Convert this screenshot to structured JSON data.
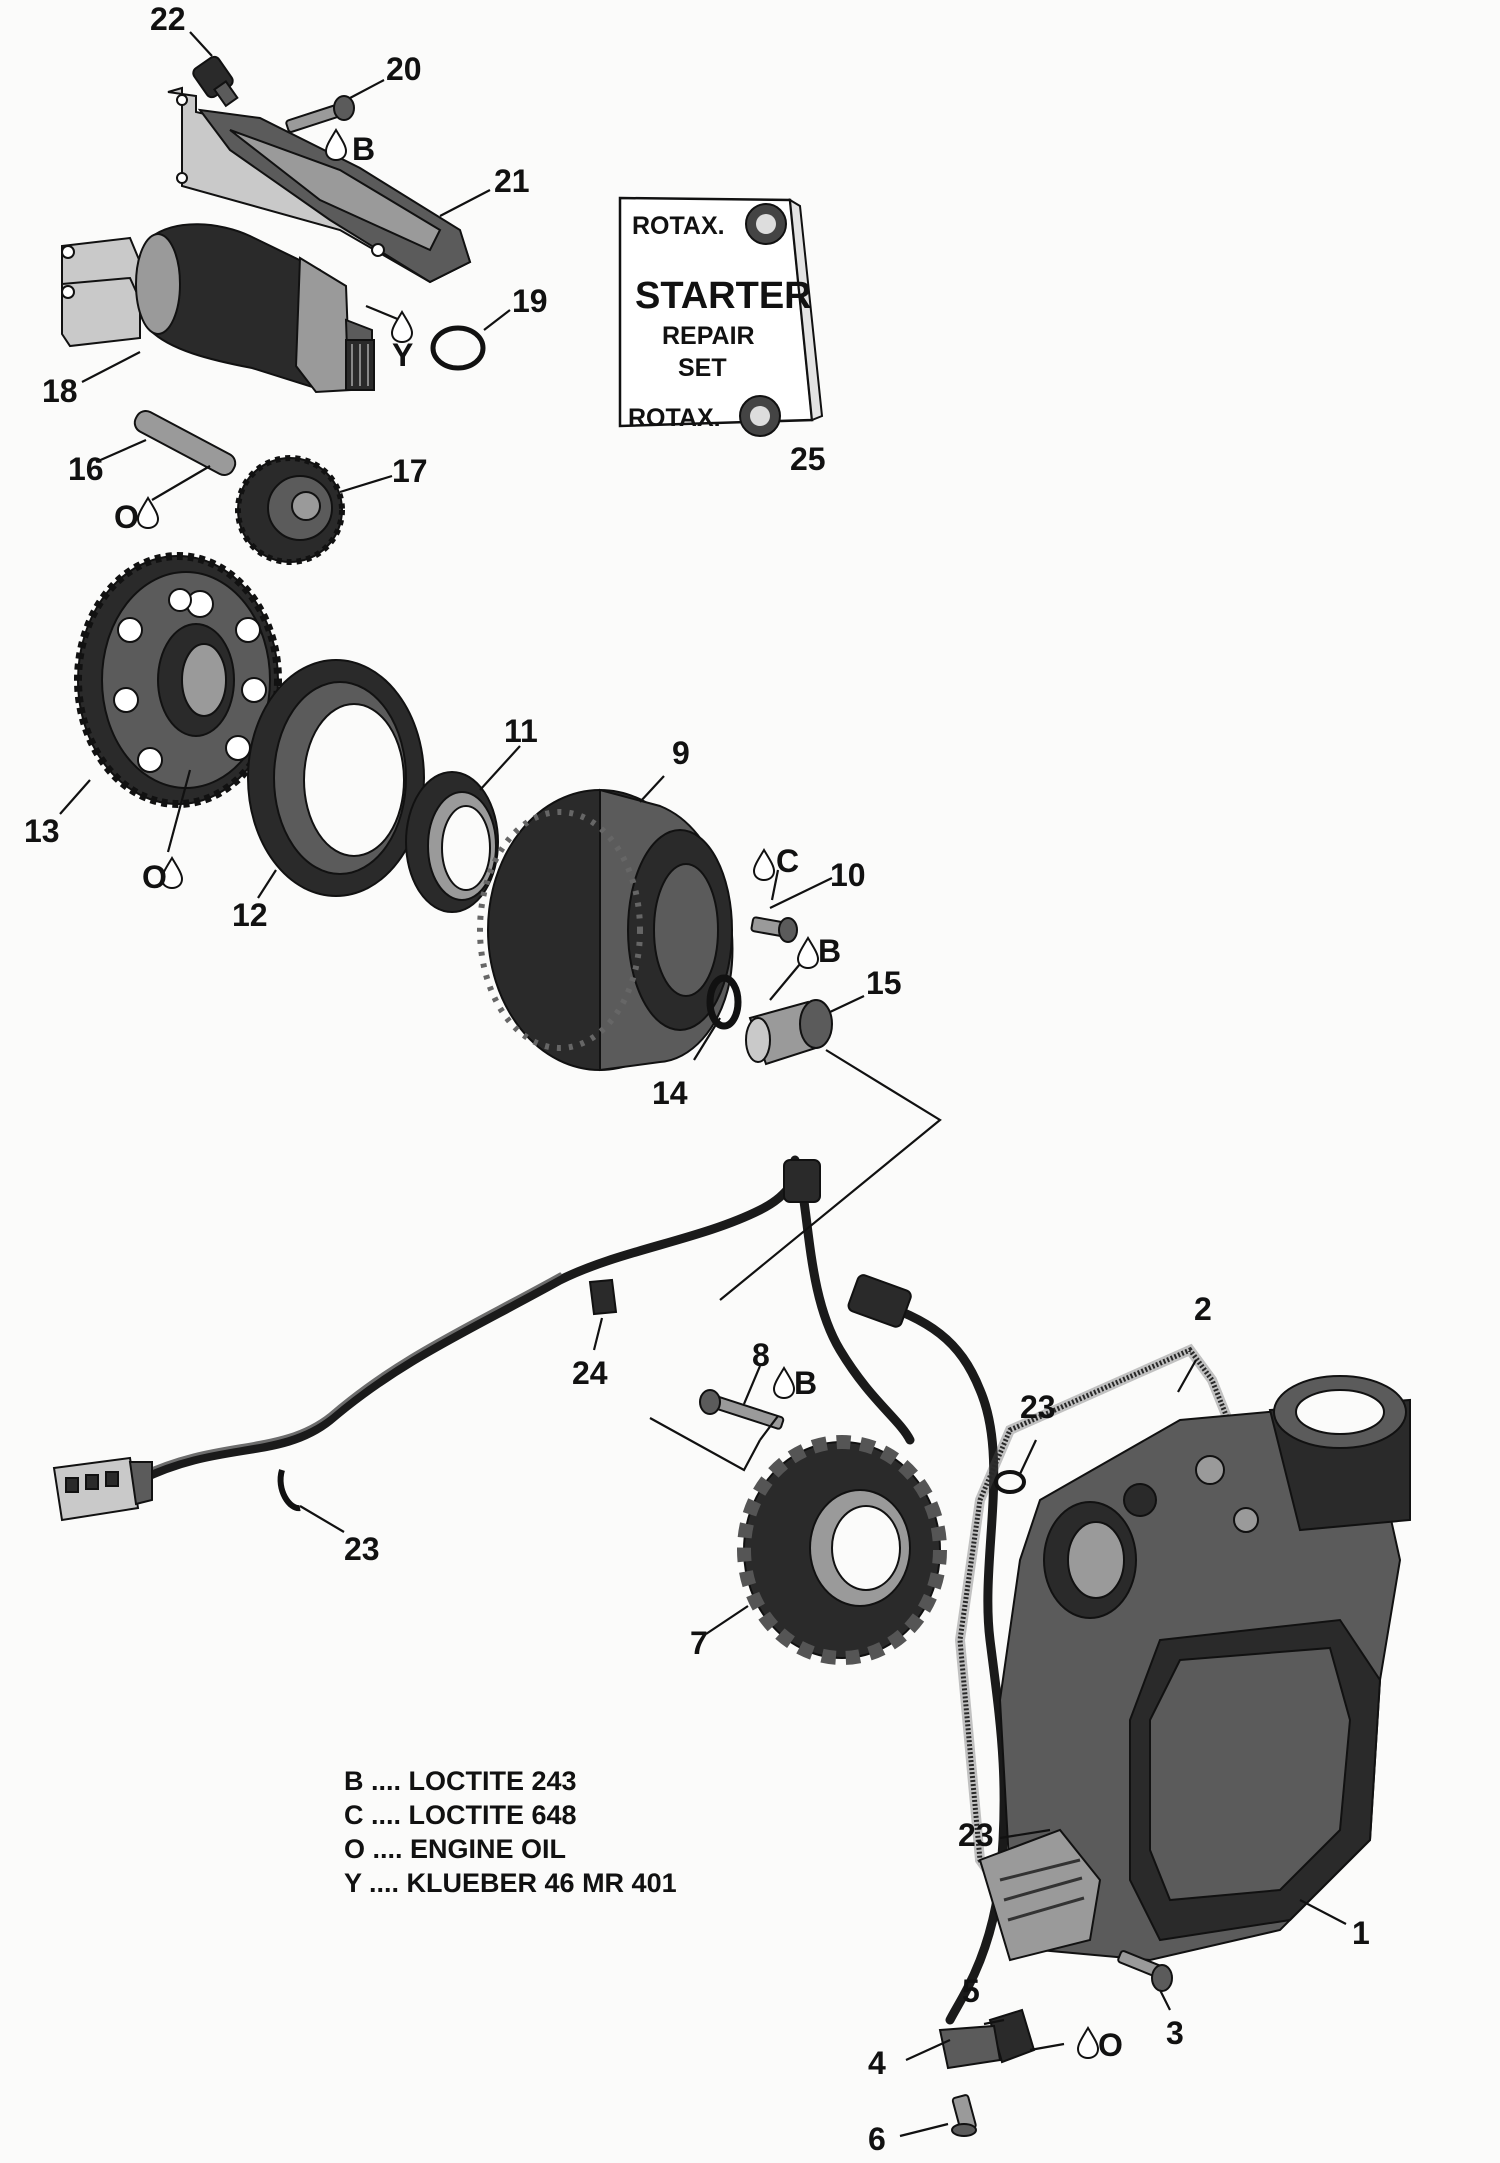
{
  "callouts": {
    "n1": "1",
    "n2": "2",
    "n3": "3",
    "n4": "4",
    "n5": "5",
    "n6": "6",
    "n7": "7",
    "n8": "8",
    "n9": "9",
    "n10": "10",
    "n11": "11",
    "n12": "12",
    "n13": "13",
    "n14": "14",
    "n15": "15",
    "n16": "16",
    "n17": "17",
    "n18": "18",
    "n19": "19",
    "n20": "20",
    "n21": "21",
    "n22": "22",
    "n23a": "23",
    "n23b": "23",
    "n23c": "23",
    "n24": "24",
    "n25": "25"
  },
  "codes": {
    "c20": "B",
    "c18": "Y",
    "c16": "O",
    "c13": "O",
    "c10": "C",
    "c15": "B",
    "c8": "B",
    "c5": "O"
  },
  "kit": {
    "brand_top": "ROTAX.",
    "title": "STARTER",
    "line2": "REPAIR",
    "line3": "SET",
    "brand_bottom": "ROTAX."
  },
  "legend": [
    "B .... LOCTITE 243",
    "C .... LOCTITE 648",
    "O .... ENGINE OIL",
    "Y .... KLUEBER 46 MR 401"
  ]
}
